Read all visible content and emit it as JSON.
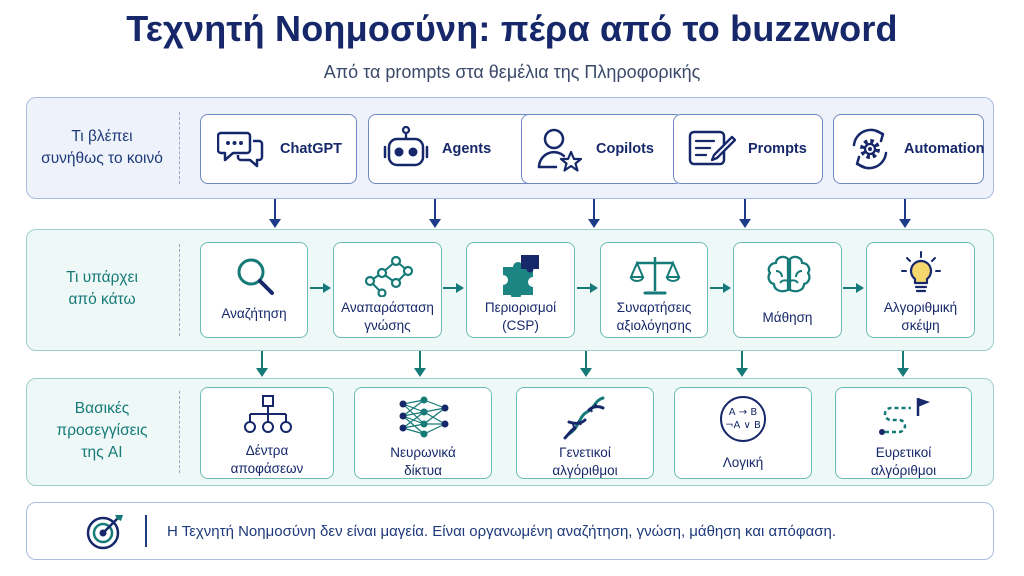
{
  "header": {
    "title": "Τεχνητή Νοημοσύνη: πέρα από το buzzword",
    "subtitle": "Από τα prompts στα θεμέλια της Πληροφορικής"
  },
  "row1": {
    "label_line1": "Τι βλέπει",
    "label_line2": "συνήθως το κοινό",
    "items": [
      {
        "label": "ChatGPT",
        "icon": "chat-bubbles-icon"
      },
      {
        "label": "Agents",
        "icon": "robot-icon"
      },
      {
        "label": "Copilots",
        "icon": "user-star-icon"
      },
      {
        "label": "Prompts",
        "icon": "prompt-pen-icon"
      },
      {
        "label": "Automation",
        "icon": "gear-cycle-icon"
      }
    ]
  },
  "row2": {
    "label_line1": "Τι υπάρχει",
    "label_line2": "από κάτω",
    "items": [
      {
        "line1": "Αναζήτηση",
        "line2": "",
        "icon": "magnifier-icon"
      },
      {
        "line1": "Αναπαράσταση",
        "line2": "γνώσης",
        "icon": "knowledge-graph-icon"
      },
      {
        "line1": "Περιορισμοί",
        "line2": "(CSP)",
        "icon": "puzzle-icon"
      },
      {
        "line1": "Συναρτήσεις",
        "line2": "αξιολόγησης",
        "icon": "scales-icon"
      },
      {
        "line1": "Μάθηση",
        "line2": "",
        "icon": "brain-icon"
      },
      {
        "line1": "Αλγοριθμική",
        "line2": "σκέψη",
        "icon": "lightbulb-icon"
      }
    ]
  },
  "row3": {
    "label_line1": "Βασικές",
    "label_line2": "προσεγγίσεις",
    "label_line3": "της AI",
    "items": [
      {
        "line1": "Δέντρα",
        "line2": "αποφάσεων",
        "icon": "decision-tree-icon"
      },
      {
        "line1": "Νευρωνικά",
        "line2": "δίκτυα",
        "icon": "neural-network-icon"
      },
      {
        "line1": "Γενετικοί",
        "line2": "αλγόριθμοι",
        "icon": "dna-icon"
      },
      {
        "line1": "Λογική",
        "line2": "",
        "icon": "logic-icon",
        "icon_text1": "A → B",
        "icon_text2": "¬A ∨ B"
      },
      {
        "line1": "Ευρετικοί",
        "line2": "αλγόριθμοι",
        "icon": "path-flag-icon"
      }
    ]
  },
  "footer": {
    "text": "Η Τεχνητή Νοημοσύνη δεν είναι μαγεία. Είναι οργανωμένη αναζήτηση, γνώση, μάθηση και απόφαση.",
    "icon": "target-icon"
  },
  "colors": {
    "navy": "#16286a",
    "teal": "#157a78",
    "row1_bg": "#eef3fb",
    "row2_bg": "#eef8f7"
  }
}
